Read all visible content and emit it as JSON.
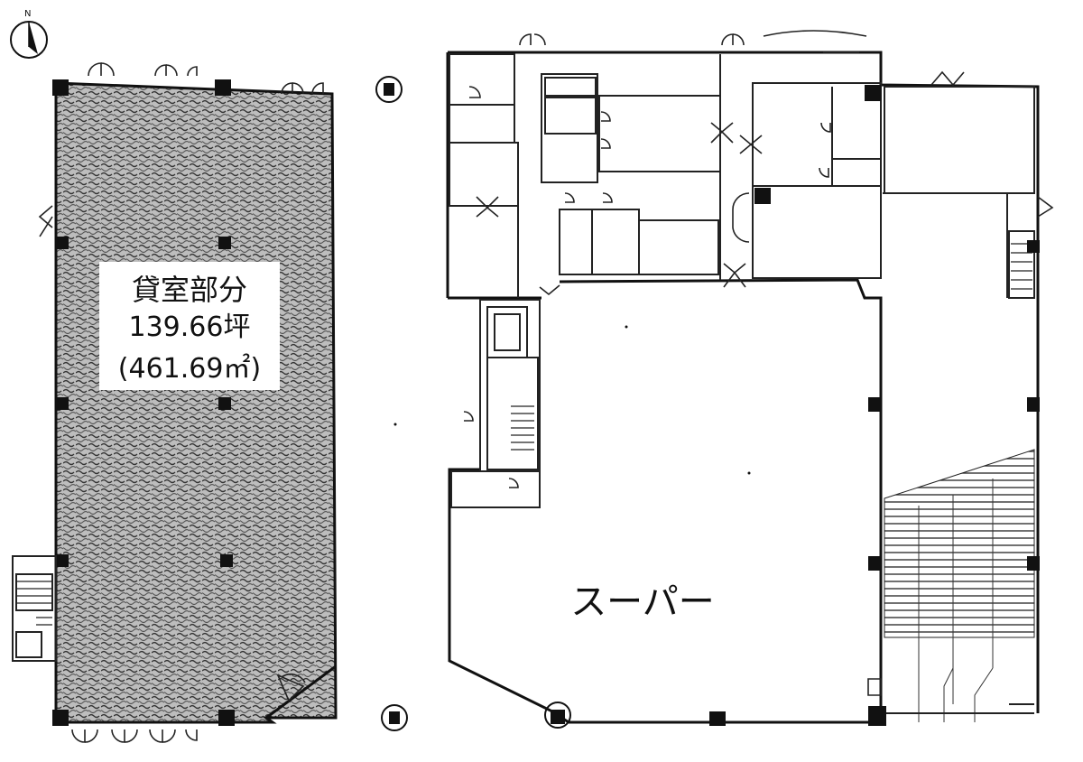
{
  "north_symbol": "N",
  "rental_area": {
    "title": "貸室部分",
    "area_tsubo": "139.66坪",
    "area_sqm": "(461.69㎡)"
  },
  "supermarket_label": "スーパー"
}
